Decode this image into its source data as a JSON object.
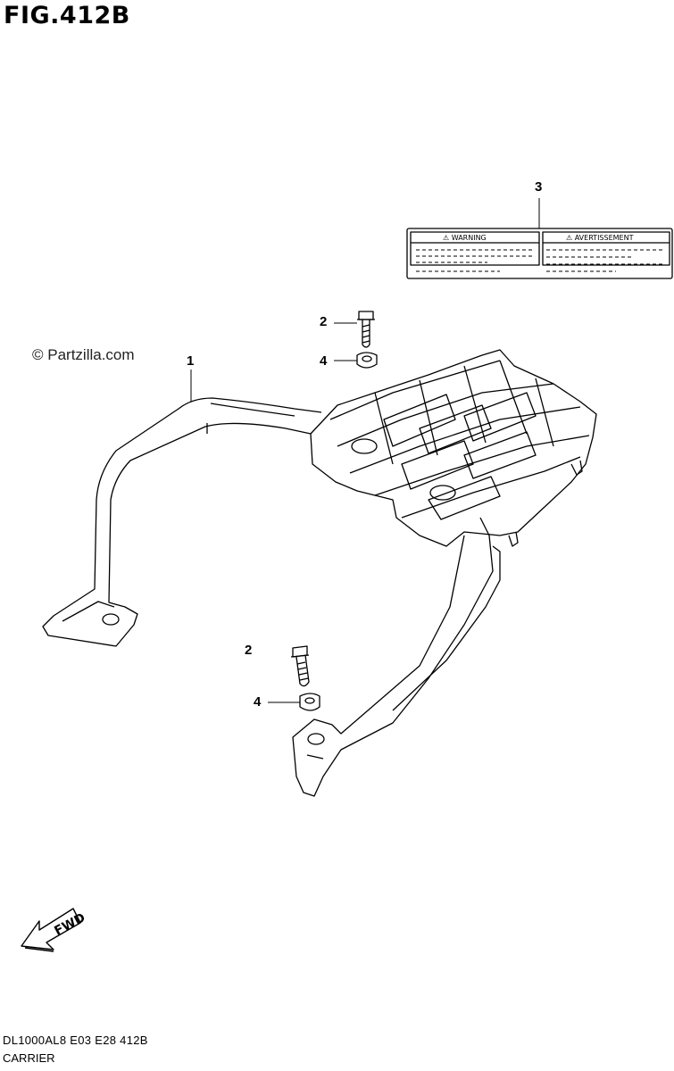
{
  "figure": {
    "title": "FIG.412B"
  },
  "watermark": "© Partzilla.com",
  "callouts": {
    "c1": "1",
    "c2_top": "2",
    "c2_bottom": "2",
    "c3": "3",
    "c4_top": "4",
    "c4_bottom": "4"
  },
  "label": {
    "left_heading": "⚠ WARNING",
    "right_heading": "⚠ AVERTISSEMENT"
  },
  "fwd_arrow": "FWD",
  "footer": {
    "code": "DL1000AL8  E03  E28  412B",
    "name": "CARRIER"
  }
}
